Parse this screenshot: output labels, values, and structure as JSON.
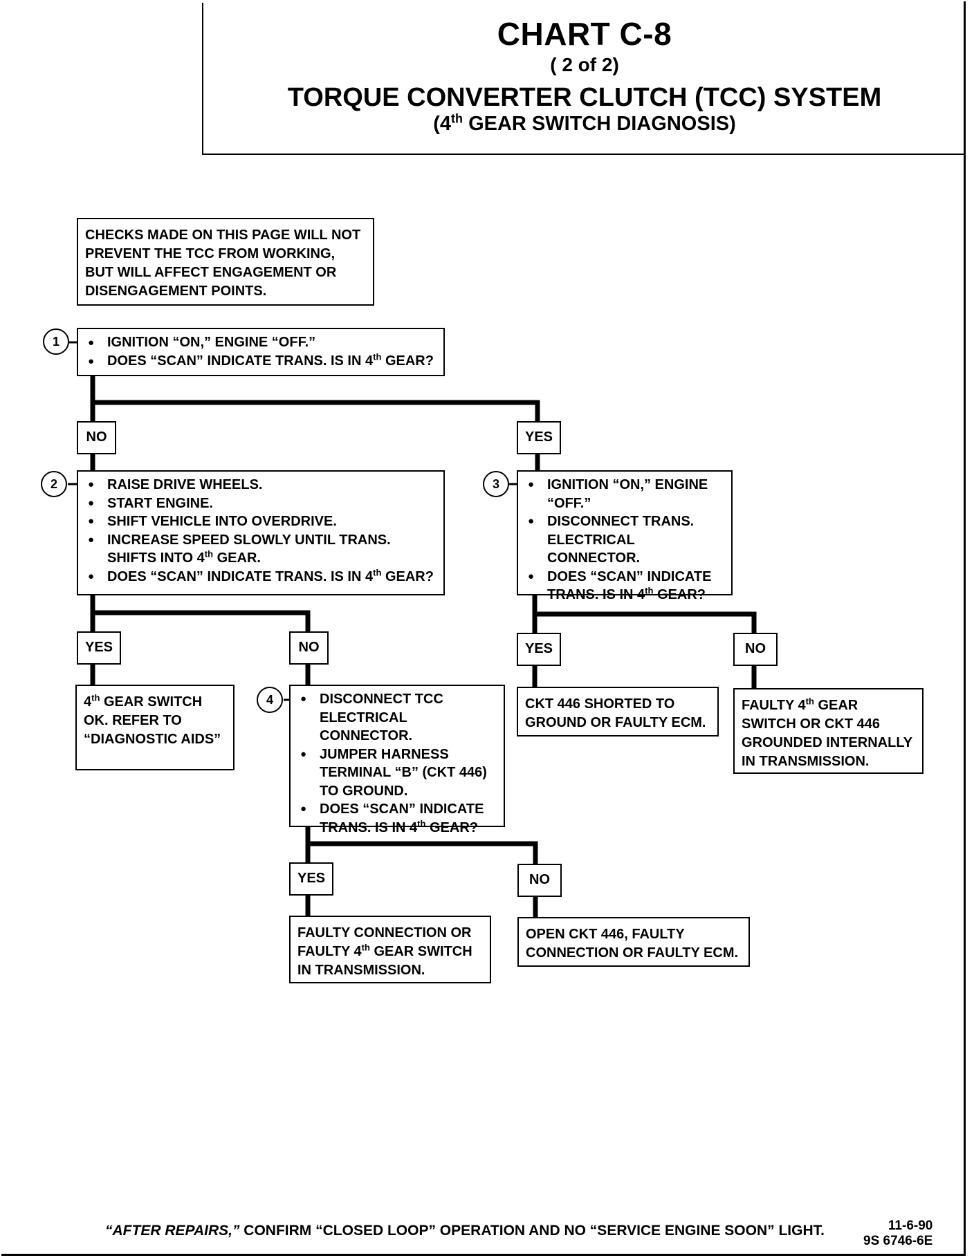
{
  "header": {
    "title": "CHART C-8",
    "page_of": "( 2 of 2)",
    "system": "TORQUE CONVERTER CLUTCH (TCC) SYSTEM",
    "sub_open": "(4",
    "sub_sup": "th",
    "sub_rest": " GEAR SWITCH DIAGNOSIS)"
  },
  "intro": {
    "text": "CHECKS MADE ON THIS PAGE WILL NOT PREVENT THE TCC FROM WORKING, BUT WILL AFFECT ENGAGEMENT OR DISENGAGEMENT POINTS."
  },
  "step1": {
    "number": "1",
    "b1": "IGNITION “ON,” ENGINE “OFF.”",
    "b2a": "DOES “SCAN” INDICATE TRANS. IS IN 4",
    "b2sup": "th",
    "b2b": " GEAR?"
  },
  "labels": {
    "yes": "YES",
    "no": "NO"
  },
  "step2": {
    "number": "2",
    "b1": "RAISE DRIVE WHEELS.",
    "b2": "START ENGINE.",
    "b3": "SHIFT VEHICLE INTO OVERDRIVE.",
    "b4a": "INCREASE SPEED SLOWLY UNTIL TRANS. SHIFTS INTO 4",
    "b4sup": "th",
    "b4b": " GEAR.",
    "b5a": "DOES “SCAN” INDICATE TRANS. IS IN 4",
    "b5sup": "th",
    "b5b": " GEAR?"
  },
  "step3": {
    "number": "3",
    "b1": "IGNITION “ON,” ENGINE “OFF.”",
    "b2": "DISCONNECT TRANS. ELECTRICAL CONNECTOR.",
    "b3a": "DOES “SCAN” INDICATE TRANS. IS IN 4",
    "b3sup": "th",
    "b3b": " GEAR?"
  },
  "step4": {
    "number": "4",
    "b1": "DISCONNECT TCC ELECTRICAL CONNECTOR.",
    "b2": "JUMPER HARNESS TERMINAL “B” (CKT 446) TO GROUND.",
    "b3a": "DOES “SCAN” INDICATE TRANS. IS IN 4",
    "b3sup": "th",
    "b3b": " GEAR?"
  },
  "results": {
    "r2_yes_a": "4",
    "r2_yes_sup": "th",
    "r2_yes_b": " GEAR SWITCH OK. REFER TO “DIAGNOSTIC AIDS”",
    "r3_yes": "CKT 446 SHORTED TO GROUND OR FAULTY ECM.",
    "r3_no_a": "FAULTY 4",
    "r3_no_sup": "th",
    "r3_no_b": " GEAR SWITCH OR CKT 446 GROUNDED INTERNALLY IN TRANSMISSION.",
    "r4_yes_a": "FAULTY CONNECTION OR FAULTY 4",
    "r4_yes_sup": "th",
    "r4_yes_b": " GEAR SWITCH IN TRANSMISSION.",
    "r4_no": "OPEN CKT 446, FAULTY CONNECTION OR FAULTY ECM."
  },
  "footer": {
    "lead": "“AFTER REPAIRS,”",
    "text": " CONFIRM “CLOSED LOOP” OPERATION AND NO “SERVICE ENGINE SOON” LIGHT.",
    "date": "11-6-90",
    "code": "9S 6746-6E"
  }
}
